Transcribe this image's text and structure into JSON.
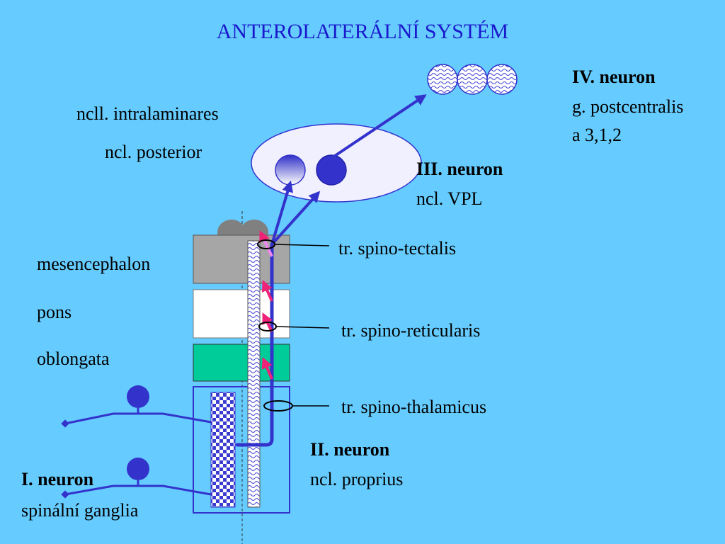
{
  "title": "ANTEROLATERÁLNÍ SYSTÉM",
  "labels": {
    "n4_title": "IV. neuron",
    "n4_line1": "g. postcentralis",
    "n4_line2": "a 3,1,2",
    "intralaminares": "ncll. intralaminares",
    "posterior": "ncl. posterior",
    "n3_title": "III. neuron",
    "n3_sub": "ncl. VPL",
    "mesencephalon": "mesencephalon",
    "pons": "pons",
    "oblongata": "oblongata",
    "tectalis": "tr. spino-tectalis",
    "reticularis": "tr. spino-reticularis",
    "thalamicus": "tr. spino-thalamicus",
    "n2_title": "II. neuron",
    "n2_sub": "ncl. proprius",
    "n1_title": "I. neuron",
    "n1_sub": "spinální ganglia"
  },
  "colors": {
    "background": "#66ccff",
    "title": "#1a1acc",
    "pathway": "#3333cc",
    "collateral": "#ee2277",
    "mesencephalon": "#a6a6a6",
    "pons": "#ffffff",
    "oblongata": "#00cc99",
    "thalamus": "#f0f0ff"
  }
}
